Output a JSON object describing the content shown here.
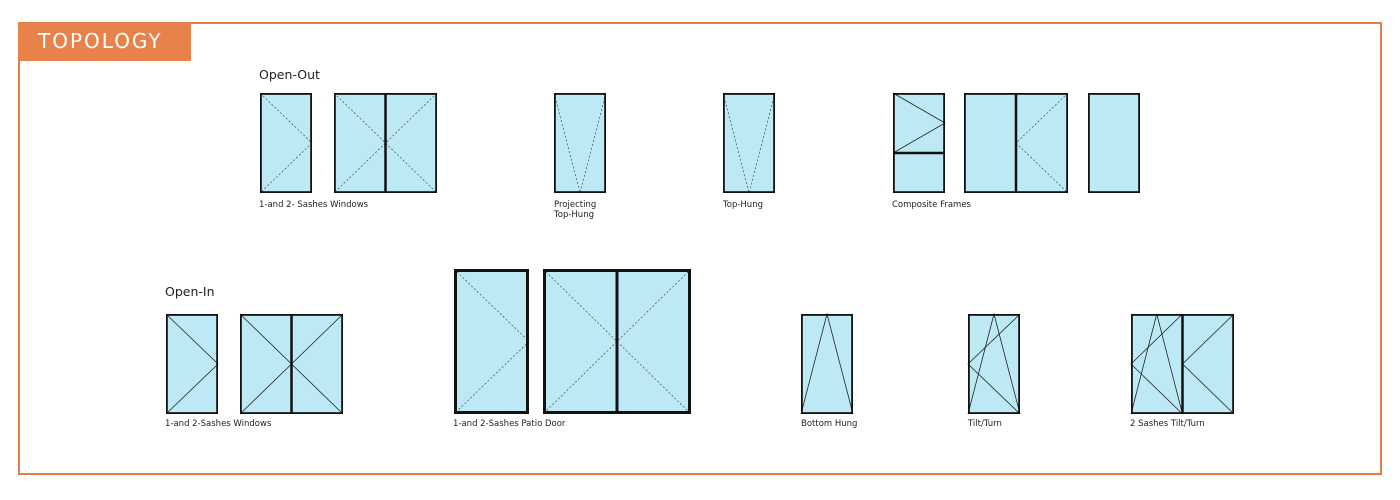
{
  "header": {
    "title": "TOPOLOGY"
  },
  "colors": {
    "accent": "#e8824a",
    "glass": "#bde9f5",
    "frame_line": "#111111"
  },
  "sections": {
    "open_out": {
      "label": "Open-Out",
      "captions": {
        "sashes_windows": "1-and 2- Sashes Windows",
        "projecting_top_hung": "Projecting\nTop-Hung",
        "top_hung": "Top-Hung",
        "composite_frames": "Composite Frames"
      }
    },
    "open_in": {
      "label": "Open-In",
      "captions": {
        "sashes_windows": "1-and 2-Sashes Windows",
        "patio_door": "1-and 2-Sashes Patio Door",
        "bottom_hung": "Bottom Hung",
        "tilt_turn": "Tilt/Turn",
        "two_sashes_tilt_turn": "2 Sashes Tilt/Turn"
      }
    }
  }
}
